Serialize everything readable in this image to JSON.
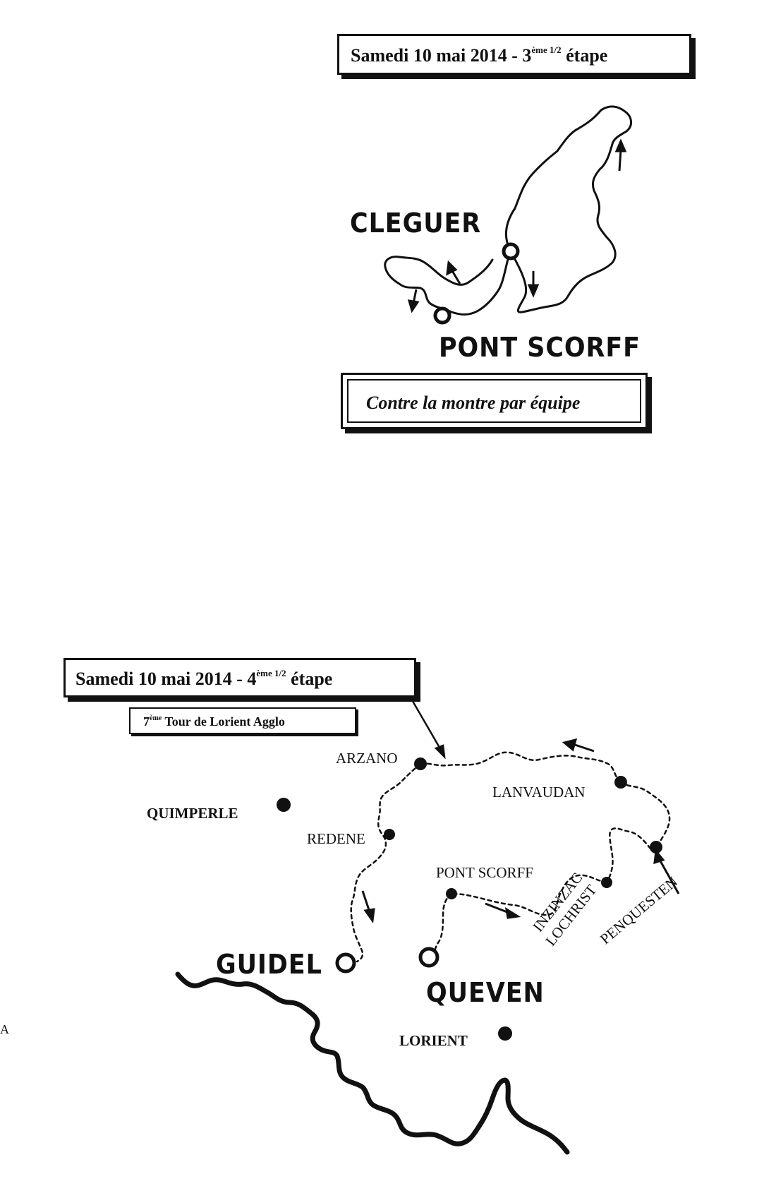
{
  "stage1": {
    "title_prefix": "Samedi 10 mai 2014 - 3",
    "title_sup": "ème 1/2",
    "title_suffix": " étape",
    "towns": {
      "cleguer": "CLEGUER",
      "pont_scorff": "PONT SCORFF"
    },
    "subtitle": "Contre la montre par équipe"
  },
  "stage2": {
    "title_prefix": "Samedi 10 mai 2014 - 4",
    "title_sup": "ème 1/2",
    "title_suffix": " étape",
    "tour_prefix": "7",
    "tour_sup": "ème",
    "tour_suffix": " Tour de Lorient Agglo",
    "towns": {
      "arzano": "ARZANO",
      "lanvaudan": "LANVAUDAN",
      "quimperle": "QUIMPERLE",
      "redene": "REDENE",
      "pont_scorff": "PONT SCORFF",
      "inzinzac": "INZINZAC",
      "lochrist": "LOCHRIST",
      "penquesten": "PENQUESTEN",
      "guidel": "GUIDEL",
      "queven": "QUEVEN",
      "lorient": "LORIENT"
    }
  },
  "margin_fragment": "A"
}
